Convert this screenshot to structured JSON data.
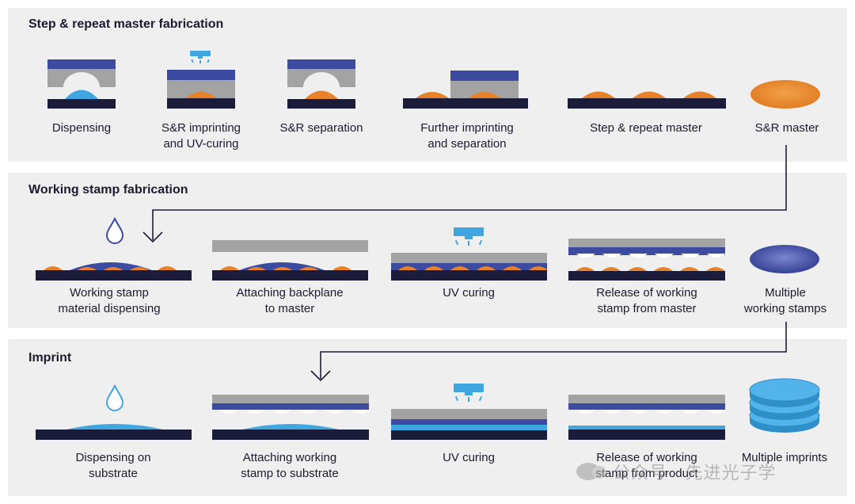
{
  "sections": [
    {
      "title": "Step & repeat master fabrication",
      "steps": [
        {
          "line1": "Dispensing",
          "line2": ""
        },
        {
          "line1": "S&R imprinting",
          "line2": "and UV-curing"
        },
        {
          "line1": "S&R separation",
          "line2": ""
        },
        {
          "line1": "Further imprinting",
          "line2": "and separation"
        },
        {
          "line1": "Step & repeat master",
          "line2": ""
        },
        {
          "line1": "S&R master",
          "line2": ""
        }
      ]
    },
    {
      "title": "Working stamp fabrication",
      "steps": [
        {
          "line1": "Working stamp",
          "line2": "material dispensing"
        },
        {
          "line1": "Attaching backplane",
          "line2": "to master"
        },
        {
          "line1": "UV curing",
          "line2": ""
        },
        {
          "line1": "Release of working",
          "line2": "stamp from master"
        },
        {
          "line1": "Multiple",
          "line2": "working stamps"
        }
      ]
    },
    {
      "title": "Imprint",
      "steps": [
        {
          "line1": "Dispensing on",
          "line2": "substrate"
        },
        {
          "line1": "Attaching working",
          "line2": "stamp to substrate"
        },
        {
          "line1": "UV curing",
          "line2": ""
        },
        {
          "line1": "Release of working",
          "line2": "stamp from product"
        },
        {
          "line1": "Multiple imprints",
          "line2": ""
        }
      ]
    }
  ],
  "watermark": {
    "text": "公众号 · 先进光子学"
  },
  "colors": {
    "navy": "#1b1c3a",
    "blue": "#3c4ba0",
    "gray": "#a3a3a3",
    "orange": "#e8822a",
    "cyan": "#3fa6e0",
    "panel": "#efefef",
    "uv_lamp": "#3fa6e0"
  }
}
